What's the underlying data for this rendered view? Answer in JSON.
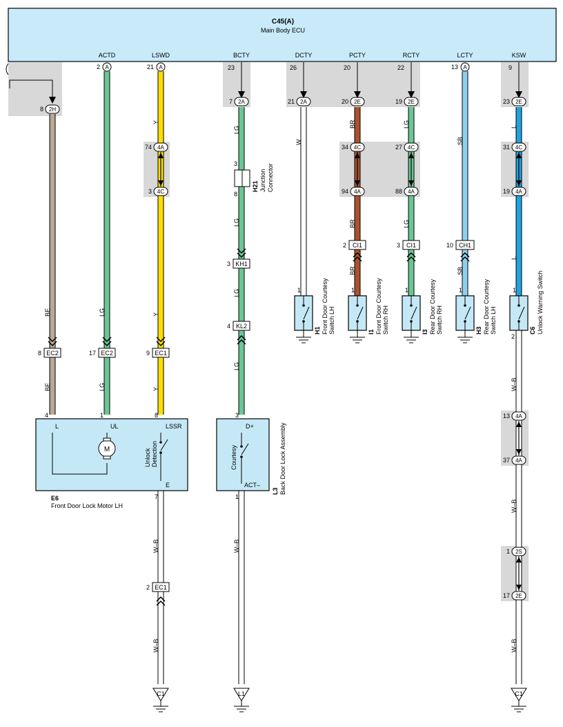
{
  "ecu": {
    "code": "C45(A)",
    "name": "Main Body ECU"
  },
  "colors": {
    "LG": "#6cc596",
    "Y": "#ffde00",
    "BE": "#b8a894",
    "W": "#ffffff",
    "BR": "#a9532e",
    "SB": "#8fd0f0",
    "L": "#1fa3e0",
    "WB": "#ffffff",
    "module_fill": "#c5e8f6",
    "shade": "#d8d8d8",
    "ecu_fill": "#c8eaf9"
  },
  "terminals": [
    "ACTD",
    "LSWD",
    "BCTY",
    "DCTY",
    "PCTY",
    "RCTY",
    "LCTY",
    "KSW"
  ],
  "wires": {
    "beLeft": {
      "pinA": "8",
      "conn": "2H",
      "color1": "BE",
      "color2": "BE",
      "ecPin": "8",
      "ec": "EC2",
      "devPin": "4"
    },
    "actd": {
      "ecuPin": "2",
      "ecuConn": "A",
      "color1": "LG",
      "color2": "LG",
      "ecPin": "17",
      "ec": "EC2",
      "devPin": "1"
    },
    "lswd": {
      "ecuPin": "21",
      "ecuConn": "A",
      "j1Pin": "74",
      "j1": "4A",
      "j2Pin": "3",
      "j2": "4C",
      "color1": "Y",
      "color2": "Y",
      "color3": "Y",
      "ecPin": "9",
      "ec": "EC1",
      "devPin": "8"
    },
    "bcty": {
      "ecuPin": "23",
      "jPin": "7",
      "j": "2A",
      "color1": "LG",
      "jcTop": "3",
      "jcBot": "8",
      "jcCode": "H21",
      "jcName1": "Junction",
      "jcName2": "Connector",
      "color2": "LG",
      "kh1Pin": "3",
      "kh1": "KH1",
      "color3": "LG",
      "kl2Pin": "4",
      "kl2": "KL2",
      "color4": "LG",
      "devPin": "3"
    },
    "dcty": {
      "ecuPin": "26",
      "jPin": "21",
      "j": "2A",
      "color": "W",
      "swPin": "1",
      "code": "H1",
      "name1": "Front Door Courtesy",
      "name2": "Switch LH"
    },
    "pcty": {
      "ecuPin": "20",
      "jPin": "20",
      "j": "2E",
      "color1": "BR",
      "j1Pin": "34",
      "j1": "4C",
      "j2Pin": "94",
      "j2": "4A",
      "color2": "BR",
      "ciPin": "2",
      "ci": "CI1",
      "color3": "BR",
      "swPin": "1",
      "code": "I1",
      "name1": "Front Door Courtesy",
      "name2": "Switch RH"
    },
    "rcty": {
      "ecuPin": "22",
      "jPin": "19",
      "j": "2E",
      "color1": "LG",
      "j1Pin": "27",
      "j1": "4C",
      "j2Pin": "88",
      "j2": "4A",
      "color2": "LG",
      "ciPin": "3",
      "ci": "CI1",
      "swPin": "1",
      "code": "I3",
      "name1": "Rear Door Courtesy",
      "name2": "Switch RH"
    },
    "lcty": {
      "ecuPin": "13",
      "ecuConn": "A",
      "color": "SB",
      "chPin": "10",
      "ch": "CH1",
      "color2": "SB",
      "swPin": "1",
      "code": "H3",
      "name1": "Rear Door Courtesy",
      "name2": "Switch LH"
    },
    "ksw": {
      "ecuPin": "9",
      "jPin": "23",
      "j": "2E",
      "color1": "L",
      "j1Pin": "31",
      "j1": "4C",
      "j2Pin": "19",
      "j2": "4A",
      "color2": "L",
      "swPin": "1",
      "swPin2": "2",
      "code": "C6",
      "name": "Unlock Warning Switch",
      "color3": "W–B",
      "j3Pin": "13",
      "j3": "4A",
      "j4Pin": "37",
      "j4": "4A",
      "color4": "W–B",
      "j5Pin": "1",
      "j5": "2S",
      "j6Pin": "17",
      "j6": "2E",
      "color5": "W–B",
      "ground": "C1"
    }
  },
  "e6": {
    "code": "E6",
    "name": "Front Door Lock Motor LH",
    "pinL": "L",
    "pinUL": "UL",
    "pinLSSR": "LSSR",
    "detect1": "Unlock",
    "detect2": "Detection",
    "motor": "M",
    "pinE": "E",
    "outPin": "7"
  },
  "l3": {
    "code": "L3",
    "name": "Back Door Lock Assembly",
    "pinD": "D+",
    "courtesy": "Courtesy",
    "pinACT": "ACT–",
    "outPin": "1"
  },
  "e6ground": {
    "color1": "W–B",
    "ecPin": "2",
    "ec": "EC1",
    "color2": "W–B",
    "ground": "C1"
  },
  "l3ground": {
    "color": "W–B",
    "ground": "L1"
  }
}
